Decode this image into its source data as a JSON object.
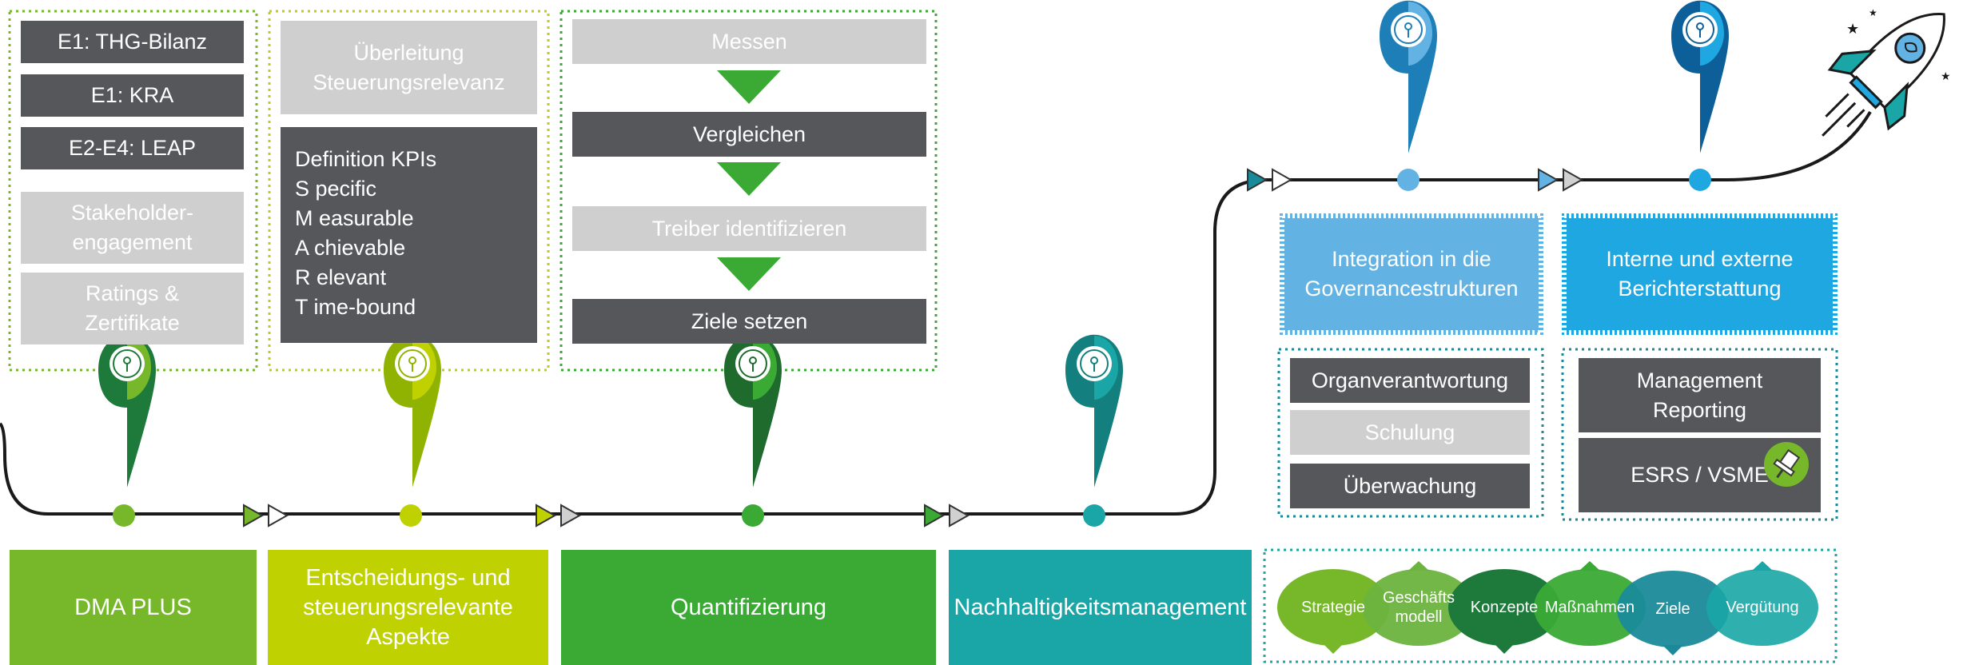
{
  "phase1": {
    "items": [
      "E1: THG-Bilanz",
      "E1: KRA",
      "E2-E4: LEAP"
    ],
    "gray_items": [
      "Stakeholder-\nengagement",
      "Ratings &\nZertifikate"
    ],
    "label": "DMA PLUS",
    "color": "#76b82a"
  },
  "phase2": {
    "header": "Überleitung\nSteuerungsrelevanz",
    "kpi_title": "Definition KPIs",
    "kpi_lines": [
      "S pecific",
      "M easurable",
      "A chievable",
      "R elevant",
      "T ime-bound"
    ],
    "label": "Entscheidungs- und\nsteuerungsrelevante\nAspekte",
    "color": "#bfd100"
  },
  "phase3": {
    "steps": [
      "Messen",
      "Vergleichen",
      "Treiber identifizieren",
      "Ziele setzen"
    ],
    "label": "Quantifizierung",
    "color": "#3aaa35"
  },
  "phase4": {
    "label": "Nachhaltigkeitsmanagement",
    "color": "#1aa6a6",
    "ellipses": [
      "Strategie",
      "Geschäfts\nmodell",
      "Konzepte",
      "Maßnahmen",
      "Ziele",
      "Vergütung"
    ]
  },
  "phase5": {
    "header": "Integration in die\nGovernancestrukturen",
    "items": [
      "Organverantwortung",
      "Schulung",
      "Überwachung"
    ],
    "color": "#62b3e4"
  },
  "phase6": {
    "header": "Interne und externe\nBerichterstattung",
    "items": [
      "Management\nReporting",
      "ESRS / VSME"
    ],
    "color": "#1ea7e1"
  },
  "icons": {
    "map_pin": "map-pin-icon",
    "arrow": "double-arrow-icon",
    "rocket": "rocket-icon",
    "pushpin": "pushpin-icon"
  }
}
